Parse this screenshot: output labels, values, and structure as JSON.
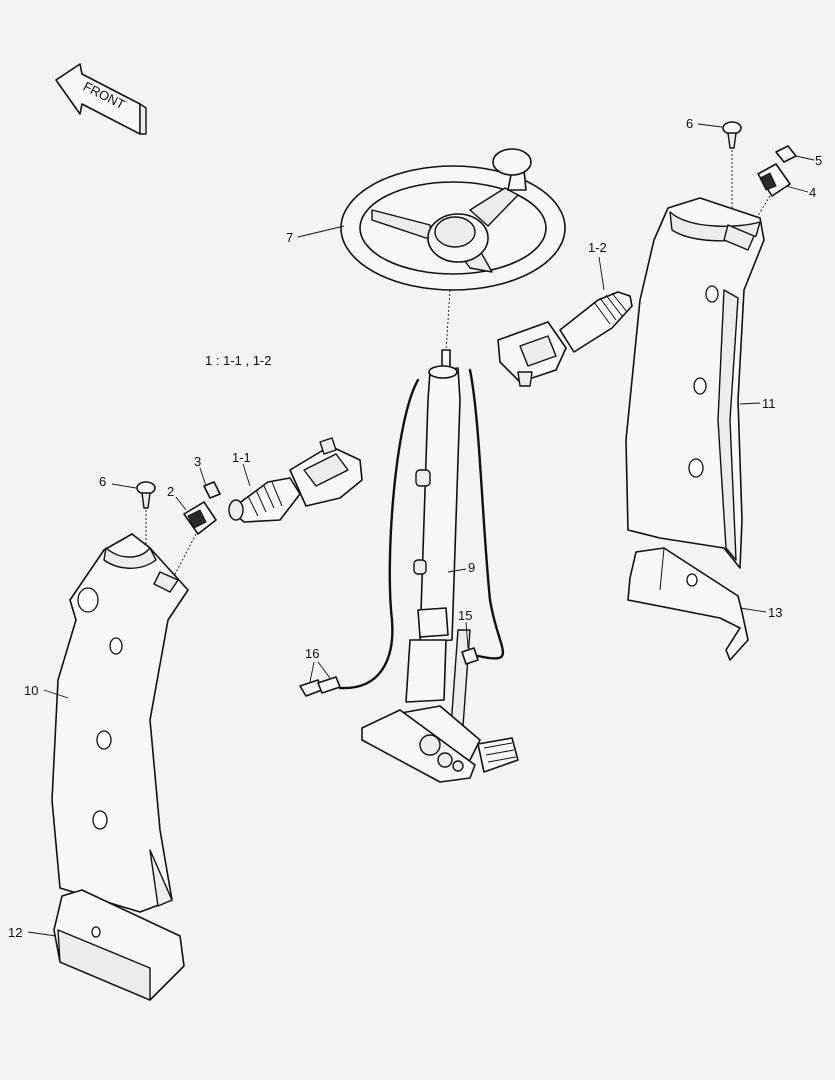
{
  "front_arrow": {
    "label": "FRONT"
  },
  "legend_note": "1 : 1-1 , 1-2",
  "callouts": {
    "c6_top": "6",
    "c5": "5",
    "c4": "4",
    "c7": "7",
    "c1_2": "1-2",
    "c11": "11",
    "c3": "3",
    "c1_1": "1-1",
    "c6_left": "6",
    "c2": "2",
    "c9": "9",
    "c15": "15",
    "c16": "16",
    "c13": "13",
    "c10": "10",
    "c12": "12"
  }
}
